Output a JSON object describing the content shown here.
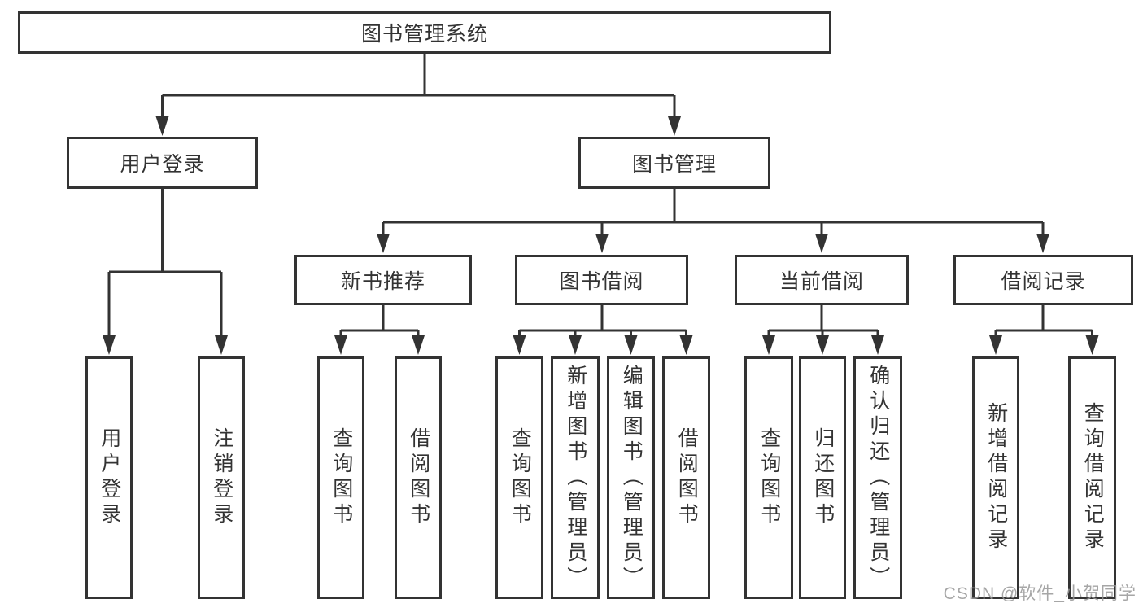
{
  "watermark": "CSDN @软件_小贺同学",
  "colors": {
    "line": "#333333",
    "text": "#333333",
    "box_background": "#ffffff",
    "page_background": "#ffffff",
    "watermark": "#969696"
  },
  "nodes": {
    "root": "图书管理系统",
    "user_login": "用户登录",
    "book_management": "图书管理",
    "new_book_recommendation": "新书推荐",
    "book_borrowing": "图书借阅",
    "current_borrowing": "当前借阅",
    "borrowing_records": "借阅记录",
    "leaves": {
      "user_login_children": [
        "用户登录",
        "注销登录"
      ],
      "new_book_recommendation_children": [
        "查询图书",
        "借阅图书"
      ],
      "book_borrowing_children": [
        "查询图书",
        "新增图书（管理员）",
        "编辑图书（管理员）",
        "借阅图书"
      ],
      "current_borrowing_children": [
        "查询图书",
        "归还图书",
        "确认归还（管理员）"
      ],
      "borrowing_records_children": [
        "新增借阅记录",
        "查询借阅记录"
      ]
    }
  }
}
